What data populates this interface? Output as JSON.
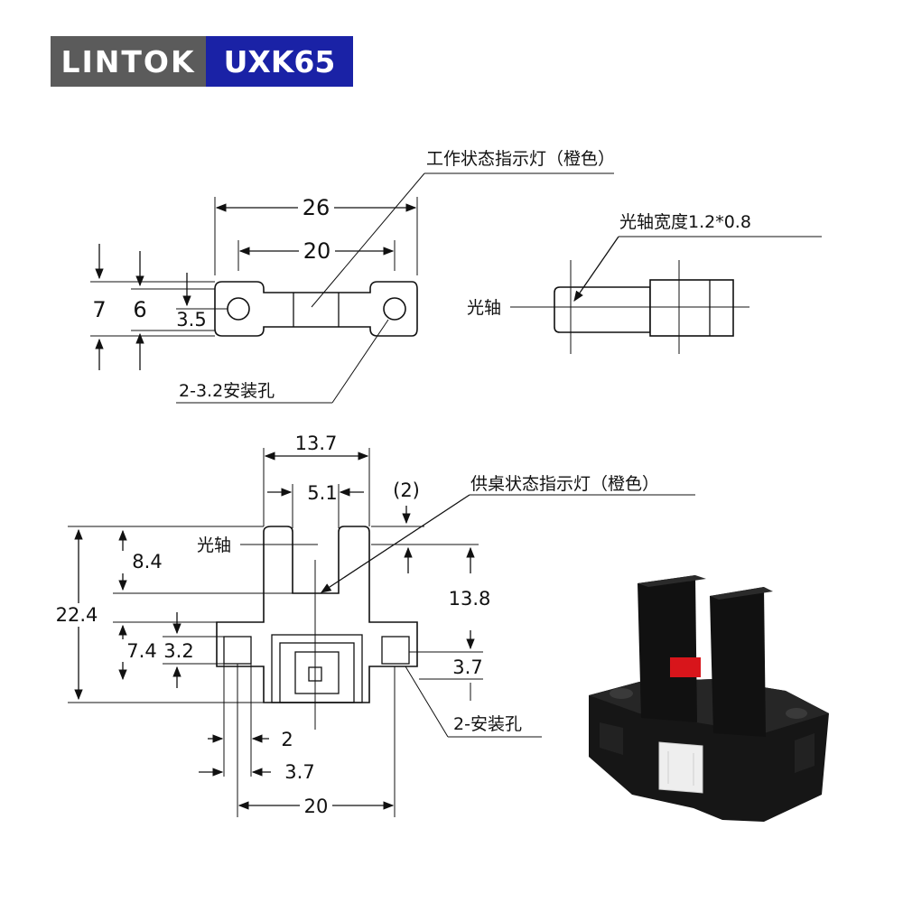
{
  "brand": {
    "name": "LINTOK",
    "model": "UXK65",
    "name_color": "#5b5b5b",
    "model_color": "#1a22a6"
  },
  "top_view": {
    "dim_overall": "26",
    "dim_holes": "20",
    "dim_height": "7",
    "dim_body": "6",
    "dim_hole_center": "3.5",
    "label_indicator": "工作状态指示灯（橙色）",
    "label_holes": "2-3.2安装孔"
  },
  "side_view": {
    "label_axis": "光轴",
    "label_axis_width": "光轴宽度1.2*0.8"
  },
  "front_view": {
    "dim_width": "13.7",
    "dim_slot": "5.1",
    "dim_tip": "(2)",
    "dim_height": "22.4",
    "dim_slot_depth": "8.4",
    "dim_base": "7.4",
    "dim_hole_height": "3.2",
    "dim_axis_height": "13.8",
    "dim_hole_offset": "3.7",
    "dim_left_2": "2",
    "dim_left_37": "3.7",
    "dim_bottom": "20",
    "label_axis": "光轴",
    "label_indicator": "供桌状态指示灯（橙色）",
    "label_holes": "2-安装孔"
  },
  "photo": {
    "body_color": "#161616",
    "window_color": "#d8151b",
    "connector_color": "#eeeeee"
  }
}
